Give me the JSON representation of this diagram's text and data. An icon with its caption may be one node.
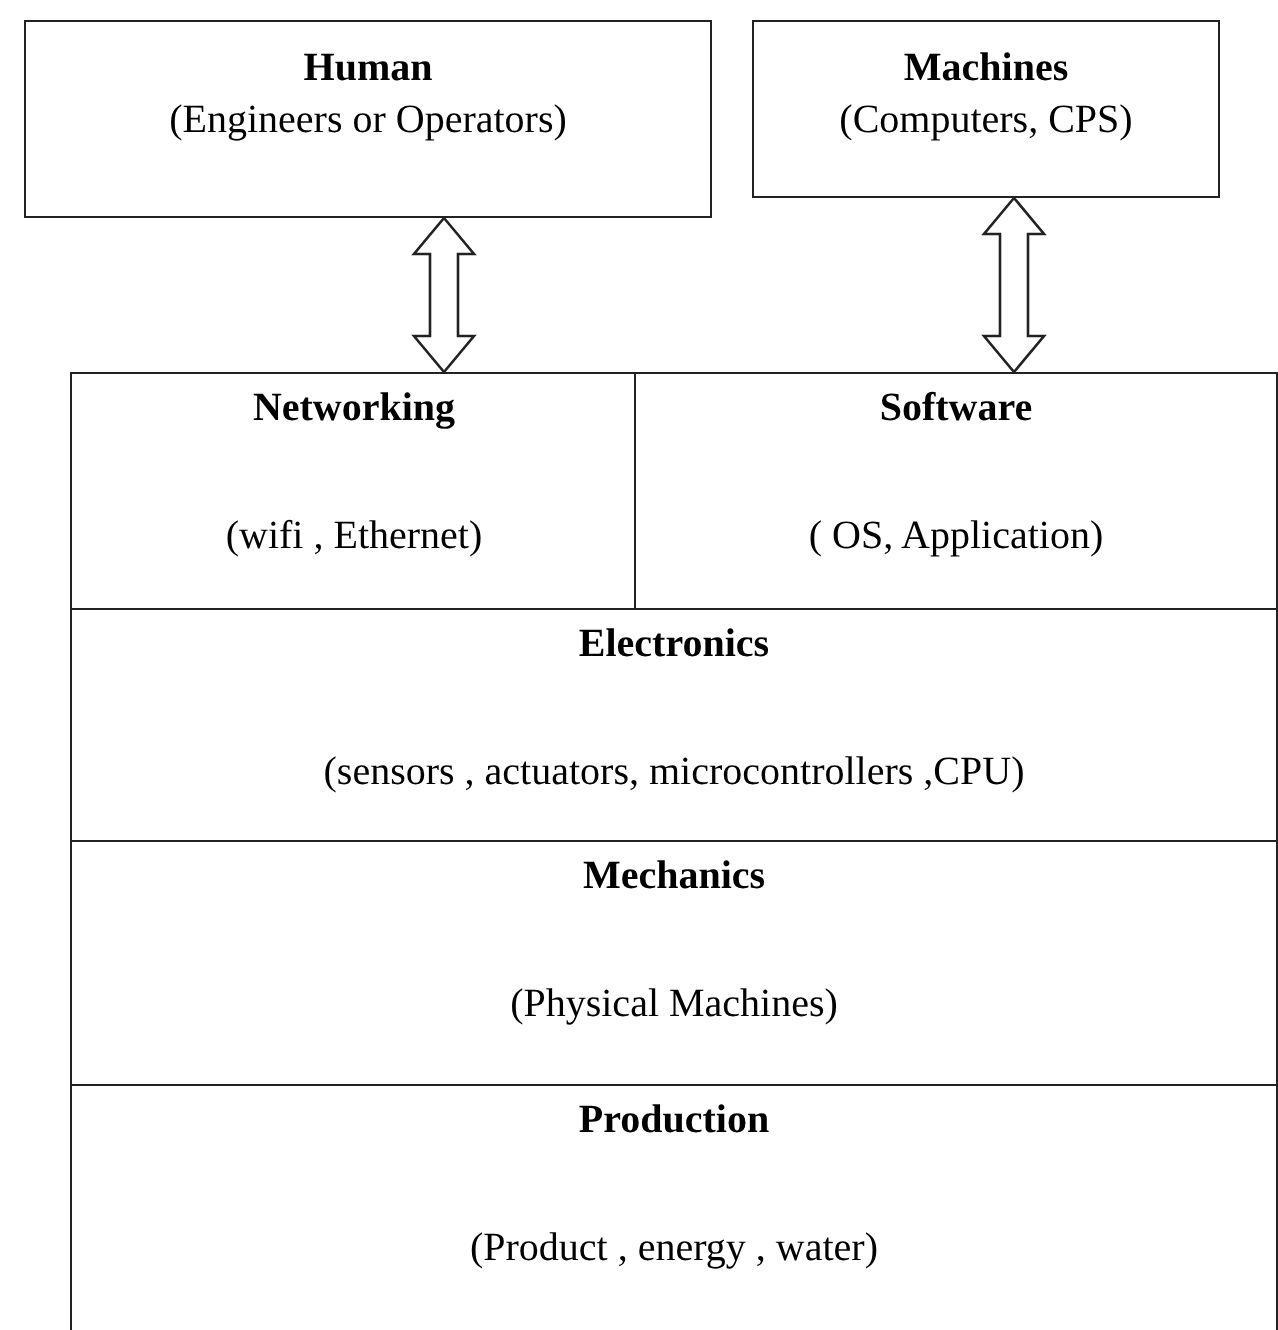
{
  "diagram": {
    "nodes": [
      {
        "text": [
          "Human",
          "(Engineers or Operators)"
        ]
      },
      {
        "text": [
          "Machines",
          "(Computers, CPS)"
        ]
      },
      {
        "text": [
          "Networking",
          "(wifi , Ethernet)"
        ]
      },
      {
        "text": [
          "Software",
          "( OS, Application)"
        ]
      },
      {
        "text": [
          "Electronics",
          "(sensors , actuators, microcontrollers ,CPU)"
        ]
      },
      {
        "text": [
          "Mechanics",
          "(Physical Machines)"
        ]
      },
      {
        "text": [
          "Production",
          "(Product , energy , water)"
        ]
      }
    ],
    "edges": [
      {
        "from": 0,
        "to": 2,
        "arrow": "both"
      },
      {
        "from": 1,
        "to": 3,
        "arrow": "both"
      }
    ]
  }
}
